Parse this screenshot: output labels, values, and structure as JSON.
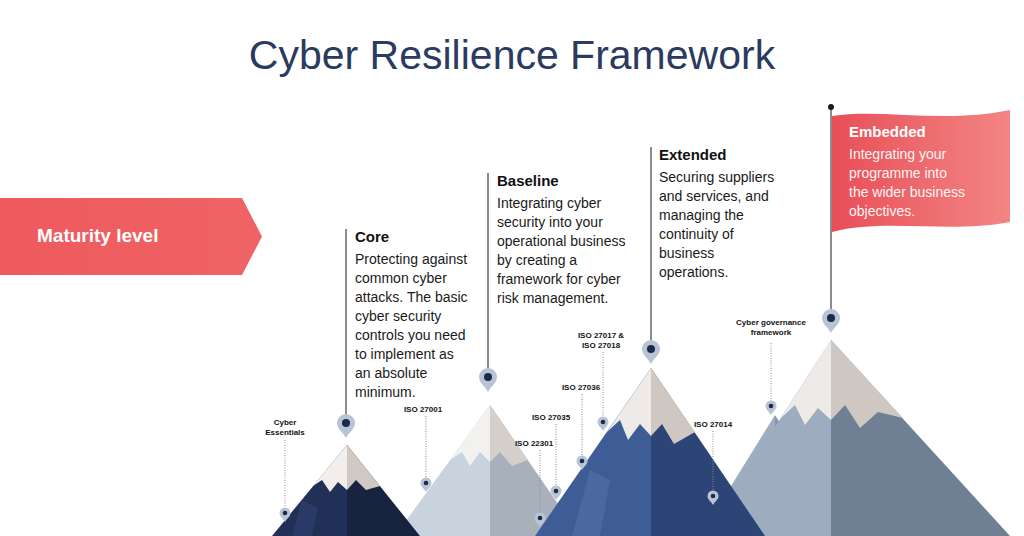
{
  "diagram": {
    "title": "Cyber Resilience Framework",
    "nodes": [
      {
        "text": [
          "Maturity level"
        ]
      },
      {
        "text": [
          "Embedded",
          "Integrating your programme into the wider business objectives."
        ]
      }
    ],
    "labels": [
      "Core",
      "Protecting against common cyber attacks. The basic cyber security controls you need to implement as an absolute minimum.",
      "Baseline",
      "Integrating cyber security into your operational business by creating a framework for cyber risk management.",
      "Extended",
      "Securing suppliers and services, and managing the continuity of business operations.",
      "Cyber Essentials",
      "ISO 27001",
      "ISO 22301",
      "ISO 27035",
      "ISO 27036",
      "ISO 27017 & ISO 27018",
      "ISO 27014",
      "Cyber governance framework"
    ]
  }
}
